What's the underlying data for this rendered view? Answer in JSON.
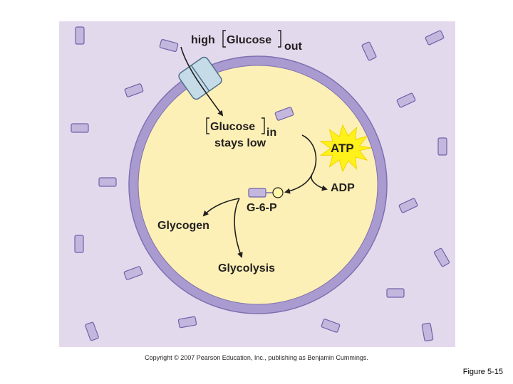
{
  "labels": {
    "high": "high",
    "glucose_out": "Glucose",
    "out": "out",
    "glucose_in": "Glucose",
    "in": "in",
    "stays_low": "stays low",
    "atp": "ATP",
    "adp": "ADP",
    "g6p": "G-6-P",
    "glycogen": "Glycogen",
    "glycolysis": "Glycolysis"
  },
  "copyright": "Copyright © 2007 Pearson Education, Inc., publishing as Benjamin Cummings.",
  "figure_number": "Figure 5-15",
  "colors": {
    "background": "#e3d9ec",
    "membrane": "#a99bd0",
    "cytoplasm": "#fcf0b6",
    "glucose_molecule": "#c3b7de",
    "transporter": "#c6dbe8",
    "atp_burst": "#fff11a"
  }
}
